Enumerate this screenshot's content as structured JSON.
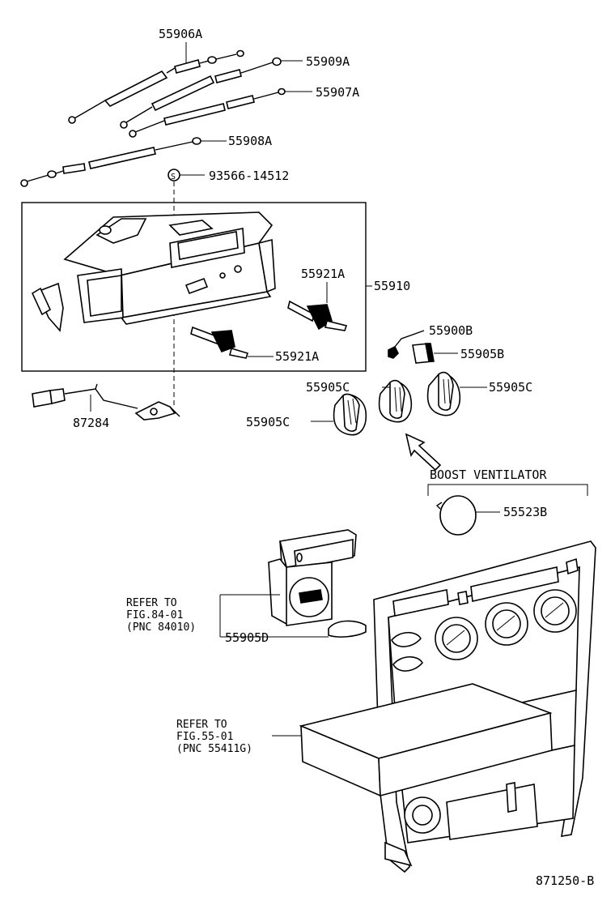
{
  "labels": {
    "p55906A": "55906A",
    "p55909A": "55909A",
    "p55907A": "55907A",
    "p55908A": "55908A",
    "p93566": "93566-14512",
    "p93566_mark": "S",
    "p55910": "55910",
    "p55921A_upper": "55921A",
    "p55921A_lower": "55921A",
    "p55900B": "55900B",
    "p55905B": "55905B",
    "p55905C_top": "55905C",
    "p55905C_right": "55905C",
    "p55905C_left": "55905C",
    "p87284": "87284",
    "boost_ventilator": "BOOST VENTILATOR",
    "p55523B": "55523B",
    "refer1_l1": "REFER TO",
    "refer1_l2": "FIG.84-01",
    "refer1_l3": "(PNC 84010)",
    "p55905D": "55905D",
    "refer2_l1": "REFER TO",
    "refer2_l2": "FIG.55-01",
    "refer2_l3": "(PNC 55411G)",
    "figure_code": "871250-B"
  }
}
